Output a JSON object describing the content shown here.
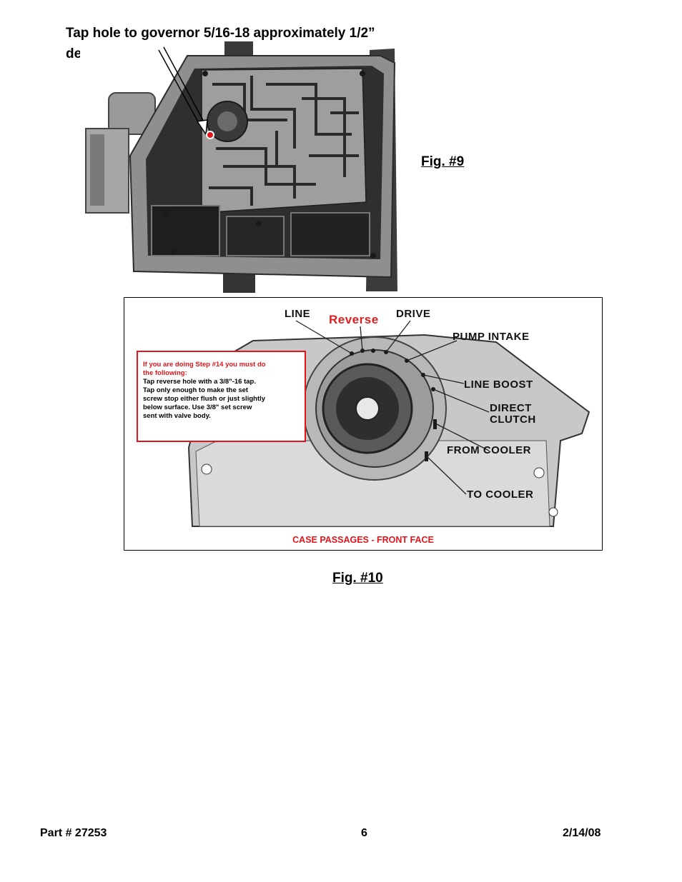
{
  "instruction": {
    "line1": "Tap hole to governor 5/16-18 approximately 1/2”",
    "line2": "deep."
  },
  "figures": {
    "fig9_label": "Fig. #9",
    "fig10_label": "Fig. #10"
  },
  "case_diagram": {
    "callouts": {
      "line": "LINE",
      "reverse": "Reverse",
      "drive": "DRIVE",
      "pump_intake": "PUMP INTAKE",
      "line_boost": "LINE BOOST",
      "direct_clutch_1": "DIRECT",
      "direct_clutch_2": "CLUTCH",
      "from_cooler": "FROM COOLER",
      "to_cooler": "TO COOLER"
    },
    "note": {
      "heading_line1": "If you are doing Step #14 you must do",
      "heading_line2": "the following:",
      "body_lines": [
        "Tap reverse hole with a 3/8\"-16 tap.",
        "Tap only enough to make the set",
        "screw stop either flush or just slightly",
        "below surface. Use 3/8\" set screw",
        "sent with valve body."
      ]
    },
    "caption": "CASE PASSAGES - FRONT FACE"
  },
  "footer": {
    "part": "Part # 27253",
    "page": "6",
    "date": "2/14/08"
  },
  "colors": {
    "accent_red": "#e3141b",
    "photo_dark": "#2a2a2a",
    "photo_gray": "#8c8c8c"
  }
}
